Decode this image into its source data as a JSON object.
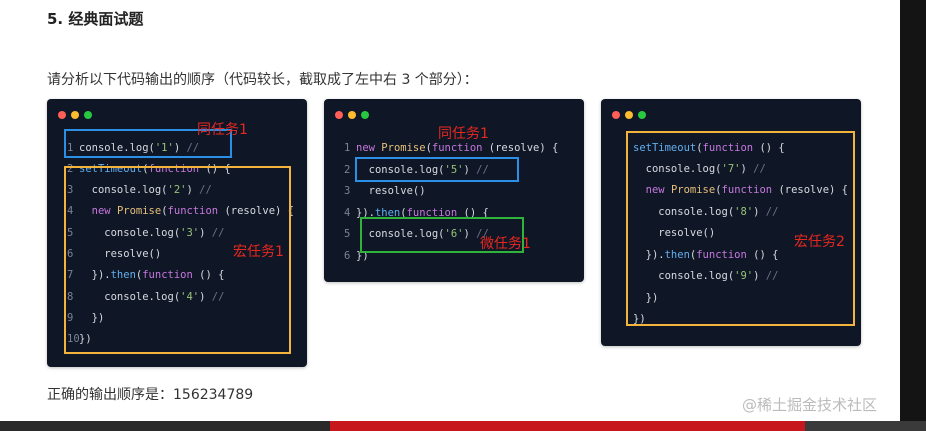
{
  "heading": "5. 经典面试题",
  "intro": "请分析以下代码输出的顺序（代码较长，截取成了左中右 3 个部分）：",
  "answer": "正确的输出顺序是：156234789",
  "watermark": "@稀土掘金技术社区",
  "labels": {
    "sync_task": "同任务1",
    "macro_task_1": "宏任务1",
    "micro_task_1": "微任务1",
    "macro_task_2": "宏任务2"
  },
  "colors": {
    "code_background": "#0f1626",
    "highlight_blue": "#2c8fe6",
    "highlight_yellow": "#f2b43a",
    "highlight_green": "#2fb33a",
    "label_red": "#e8281f"
  },
  "windows": [
    {
      "name": "left",
      "lines": [
        {
          "n": "1",
          "text": "console.log('1') //"
        },
        {
          "n": "2",
          "text": "setTimeout(function () {"
        },
        {
          "n": "3",
          "text": "  console.log('2') //"
        },
        {
          "n": "4",
          "text": "  new Promise(function (resolve) {"
        },
        {
          "n": "5",
          "text": "    console.log('3') //"
        },
        {
          "n": "6",
          "text": "    resolve()"
        },
        {
          "n": "7",
          "text": "  }).then(function () {"
        },
        {
          "n": "8",
          "text": "    console.log('4') //"
        },
        {
          "n": "9",
          "text": "  })"
        },
        {
          "n": "10",
          "text": "})"
        }
      ]
    },
    {
      "name": "middle",
      "lines": [
        {
          "n": "1",
          "text": "new Promise(function (resolve) {"
        },
        {
          "n": "2",
          "text": "  console.log('5') //"
        },
        {
          "n": "3",
          "text": "  resolve()"
        },
        {
          "n": "4",
          "text": "}).then(function () {"
        },
        {
          "n": "5",
          "text": "  console.log('6') //"
        },
        {
          "n": "6",
          "text": "})"
        }
      ]
    },
    {
      "name": "right",
      "lines": [
        {
          "n": "",
          "text": "setTimeout(function () {"
        },
        {
          "n": "",
          "text": "  console.log('7') //"
        },
        {
          "n": "",
          "text": "  new Promise(function (resolve) {"
        },
        {
          "n": "",
          "text": "    console.log('8') //"
        },
        {
          "n": "",
          "text": "    resolve()"
        },
        {
          "n": "",
          "text": "  }).then(function () {"
        },
        {
          "n": "",
          "text": "    console.log('9') //"
        },
        {
          "n": "",
          "text": "  })"
        },
        {
          "n": "",
          "text": "})"
        }
      ]
    }
  ]
}
